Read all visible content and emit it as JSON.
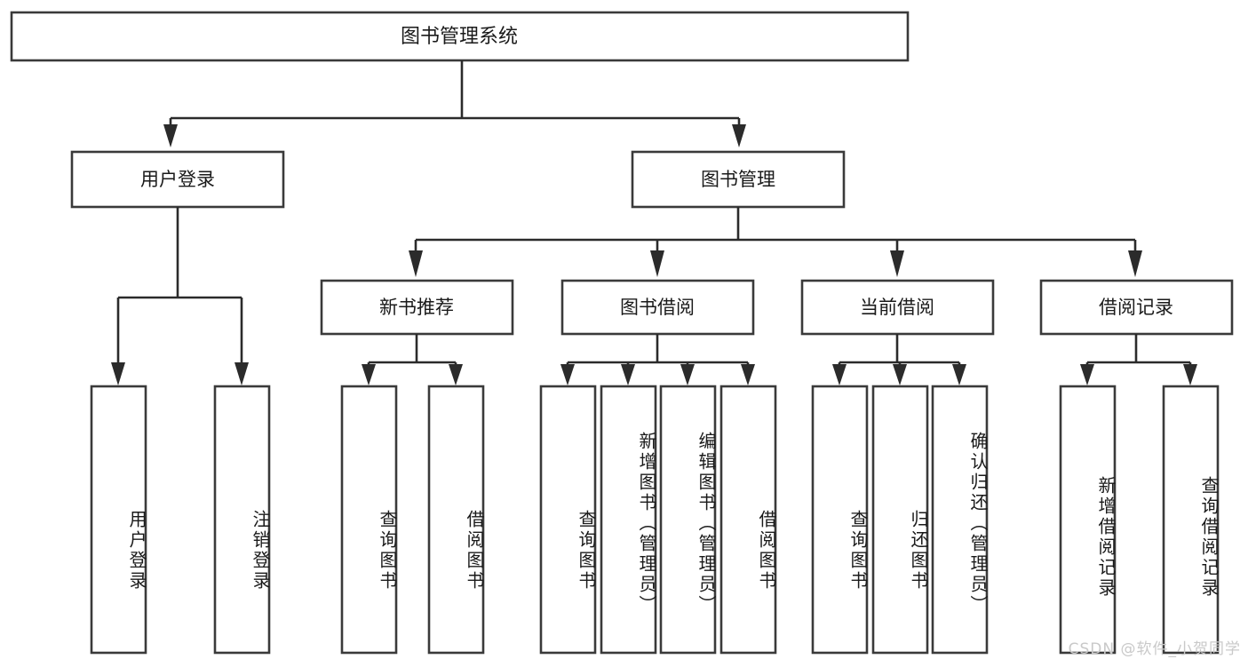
{
  "diagram": {
    "type": "tree",
    "title": "图书管理系统",
    "watermark": "CSDN @软件_小贺同学",
    "colors": {
      "background": "#ffffff",
      "box_fill": "#ffffff",
      "box_stroke": "#3a3a3a",
      "connector": "#2b2b2b",
      "text": "#1a1a1a",
      "watermark": "#c9c9c9"
    },
    "nodes": {
      "root": {
        "label": "图书管理系统"
      },
      "level2": [
        {
          "id": "user-login",
          "label": "用户登录"
        },
        {
          "id": "book-management",
          "label": "图书管理"
        }
      ],
      "level3": [
        {
          "id": "new-book-recommend",
          "label": "新书推荐"
        },
        {
          "id": "book-borrow",
          "label": "图书借阅"
        },
        {
          "id": "current-borrow",
          "label": "当前借阅"
        },
        {
          "id": "borrow-record",
          "label": "借阅记录"
        }
      ],
      "leaves": {
        "user-login": [
          {
            "id": "leaf-user-login",
            "label": "用户登录"
          },
          {
            "id": "leaf-user-logout",
            "label": "注销登录"
          }
        ],
        "new-book-recommend": [
          {
            "id": "leaf-query-book-1",
            "label": "查询图书"
          },
          {
            "id": "leaf-borrow-book-1",
            "label": "借阅图书"
          }
        ],
        "book-borrow": [
          {
            "id": "leaf-query-book-2",
            "label": "查询图书"
          },
          {
            "id": "leaf-add-book",
            "label": "新增图书（管理员）"
          },
          {
            "id": "leaf-edit-book",
            "label": "编辑图书（管理员）"
          },
          {
            "id": "leaf-borrow-book-2",
            "label": "借阅图书"
          }
        ],
        "current-borrow": [
          {
            "id": "leaf-query-book-3",
            "label": "查询图书"
          },
          {
            "id": "leaf-return-book",
            "label": "归还图书"
          },
          {
            "id": "leaf-confirm-return",
            "label": "确认归还（管理员）"
          }
        ],
        "borrow-record": [
          {
            "id": "leaf-add-record",
            "label": "新增借阅记录"
          },
          {
            "id": "leaf-query-record",
            "label": "查询借阅记录"
          }
        ]
      }
    }
  }
}
